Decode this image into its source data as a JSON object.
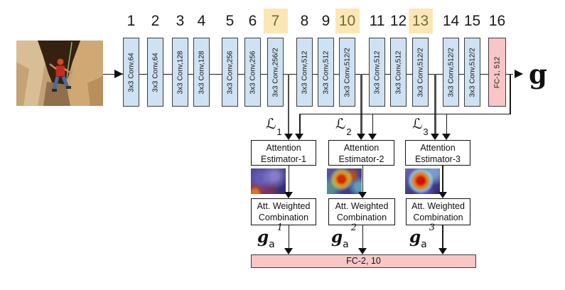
{
  "figure": {
    "input": {
      "alt": "rock climber photo"
    },
    "layers": {
      "numbers": [
        "1",
        "2",
        "3",
        "4",
        "5",
        "6",
        "7",
        "8",
        "9",
        "10",
        "11",
        "12",
        "13",
        "14",
        "15",
        "16"
      ],
      "highlighted": [
        7,
        10,
        13
      ],
      "blocks": [
        "3x3 Conv,64",
        "3x3 Conv,64",
        "3x3 Conv,128",
        "3x3 Conv,128",
        "3x3 Conv,256",
        "3x3 Conv,256",
        "3x3 Conv,256/2",
        "3x3 Conv,512",
        "3x3 Conv,512",
        "3x3 Conv,512/2",
        "3x3 Conv,512",
        "3x3 Conv,512",
        "3x3 Conv,512/2",
        "3x3 Conv,512/2",
        "3x3 Conv,512/2",
        "FC-1, 512"
      ]
    },
    "global_output_label": "g",
    "loss_labels": [
      {
        "symbol": "ℒ",
        "sub": "1"
      },
      {
        "symbol": "ℒ",
        "sub": "2"
      },
      {
        "symbol": "ℒ",
        "sub": "3"
      }
    ],
    "estimators": [
      {
        "line1": "Attention",
        "line2": "Estimator-1"
      },
      {
        "line1": "Attention",
        "line2": "Estimator-2"
      },
      {
        "line1": "Attention",
        "line2": "Estimator-3"
      }
    ],
    "combiners": [
      {
        "line1": "Att. Weighted",
        "line2": "Combination"
      },
      {
        "line1": "Att. Weighted",
        "line2": "Combination"
      },
      {
        "line1": "Att. Weighted",
        "line2": "Combination"
      }
    ],
    "attended_labels": [
      {
        "symbol": "g",
        "sub": "a",
        "sup": "1"
      },
      {
        "symbol": "g",
        "sub": "a",
        "sup": "2"
      },
      {
        "symbol": "g",
        "sub": "a",
        "sup": "3"
      }
    ],
    "fc2_label": "FC-2, 10",
    "colors": {
      "conv_fill": "#cfe2f3",
      "fc_fill": "#f8c7c5",
      "highlight_fill": "#fbe7b5",
      "highlight_text": "#6f6a3d",
      "line": "#1a1a1a"
    }
  }
}
